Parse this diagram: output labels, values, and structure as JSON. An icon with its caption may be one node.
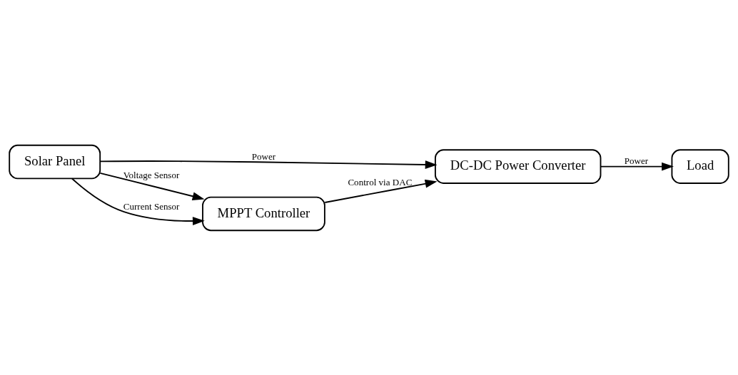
{
  "diagram": {
    "nodes": [
      {
        "text": [
          "Solar Panel"
        ]
      },
      {
        "text": [
          "DC-DC Power Converter"
        ]
      },
      {
        "text": [
          "MPPT Controller"
        ]
      },
      {
        "text": [
          "Load"
        ]
      }
    ],
    "edges": [
      {
        "from": 0,
        "to": 1,
        "arrow": "to",
        "label": "Power"
      },
      {
        "from": 0,
        "to": 2,
        "arrow": "to",
        "label": "Voltage Sensor"
      },
      {
        "from": 0,
        "to": 2,
        "arrow": "to",
        "label": "Current Sensor"
      },
      {
        "from": 2,
        "to": 1,
        "arrow": "to",
        "label": "Control via DAC"
      },
      {
        "from": 1,
        "to": 3,
        "arrow": "to",
        "label": "Power"
      }
    ]
  }
}
